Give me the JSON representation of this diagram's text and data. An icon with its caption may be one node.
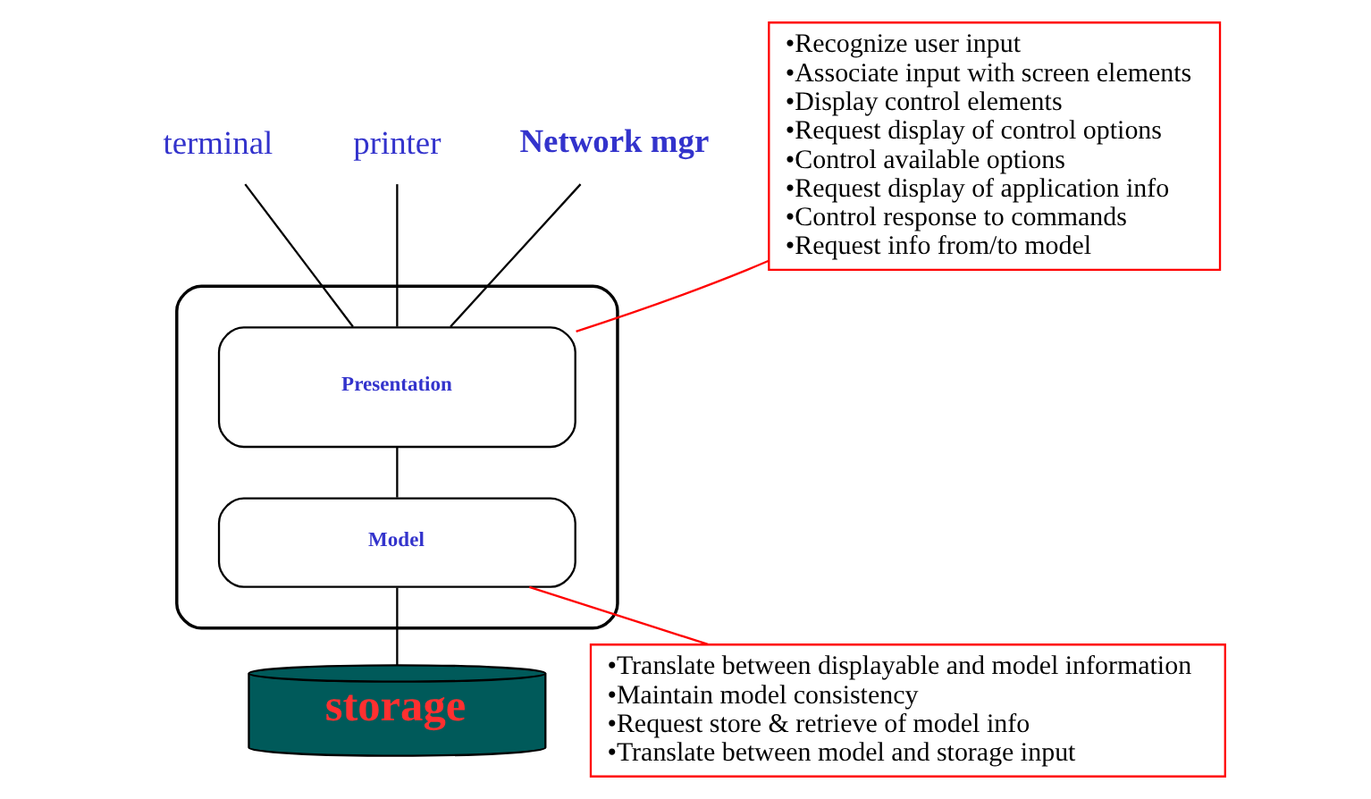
{
  "diagram": {
    "nodes": [
      {
        "text": [
          "terminal"
        ]
      },
      {
        "text": [
          "printer"
        ]
      },
      {
        "text": [
          "Network mgr"
        ]
      },
      {
        "text": [],
        "shape": "box"
      },
      {
        "text": [
          "Presentation"
        ],
        "in": 3
      },
      {
        "text": [
          "Model"
        ],
        "in": 3
      },
      {
        "text": [
          "storage"
        ]
      },
      {
        "text": [
          "•Recognize user input",
          "•Associate input with screen elements",
          "•Display control elements",
          "•Request display of control options",
          "•Control available options",
          "•Request display of application info",
          "•Control response to commands",
          "•Request info from/to model"
        ]
      },
      {
        "text": [
          "•Translate between displayable and model information",
          "•Maintain model consistency",
          "•Request store & retrieve of model info",
          "•Translate between model and storage input"
        ]
      }
    ],
    "edges": [
      {
        "from": 0,
        "to": 4,
        "arrow": "none"
      },
      {
        "from": 1,
        "to": 4,
        "arrow": "none"
      },
      {
        "from": 2,
        "to": 4,
        "arrow": "none"
      },
      {
        "from": 4,
        "to": 5,
        "arrow": "none"
      },
      {
        "from": 5,
        "to": 6,
        "arrow": "none"
      },
      {
        "from": 7,
        "to": 4,
        "arrow": "none",
        "color": "#ff0000"
      },
      {
        "from": 8,
        "to": 5,
        "arrow": "none",
        "color": "#ff0000"
      }
    ]
  }
}
